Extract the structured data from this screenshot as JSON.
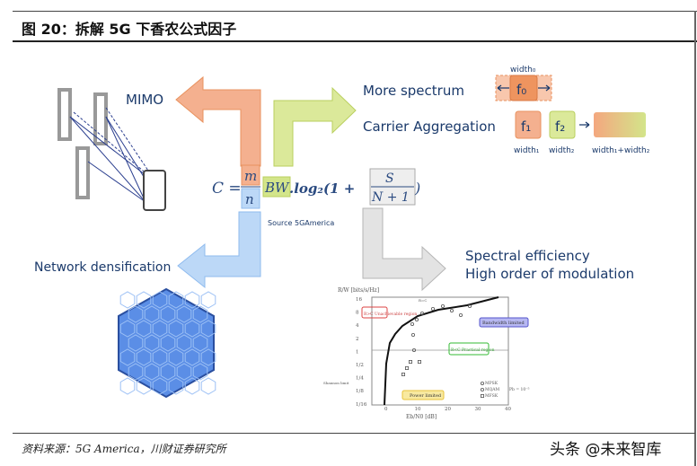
{
  "header": {
    "title": "图 20：拆解 5G 下香农公式因子"
  },
  "diagram": {
    "mimo": "MIMO",
    "more_spectrum": "More spectrum",
    "carrier_aggregation": "Carrier Aggregation",
    "width0": "width₀",
    "f0": "f₀",
    "f1": "f₁",
    "f2": "f₂",
    "width1": "width₁",
    "width2": "width₂",
    "width_sum": "width₁+width₂",
    "formula": {
      "c": "C =",
      "m": "m",
      "n": "n",
      "bw": "BW",
      "log": ".log₂(1 +",
      "s": "S",
      "n1": "N + 1",
      "close": ")"
    },
    "formula_source": "Source 5GAmerica",
    "network_densification": "Network densification",
    "spectral_efficiency": "Spectral efficiency",
    "high_order": "High order of modulation",
    "colors": {
      "orange": "#f4a77f",
      "green": "#d3e58a",
      "blue": "#a9cdf4",
      "grey": "#d9d9d9",
      "text": "#1b3a6b"
    }
  },
  "plot": {
    "ylabel": "R/W [bits/s/Hz]",
    "xlabel": "Eb/N0 [dB]",
    "yticks": [
      "16",
      "8",
      "4",
      "2",
      "1",
      "1/2",
      "1/4",
      "1/8",
      "1/16"
    ],
    "xticks": [
      "0",
      "10",
      "20",
      "30",
      "40"
    ],
    "region_unachievable": "R>C Unachievable region",
    "region_practical": "R<C Practical region",
    "bandwidth_limited": "Bandwidth limited",
    "power_limited": "Power limited",
    "shannon_limit": "Shannon limit",
    "rc": "R=C",
    "legend": [
      "MPSK",
      "MQAM",
      "MFSK"
    ],
    "pb": "Pb = 10⁻⁵"
  },
  "footer": {
    "source": "资料来源：5G America，川财证券研究所",
    "watermark": "头条 @未来智库"
  }
}
